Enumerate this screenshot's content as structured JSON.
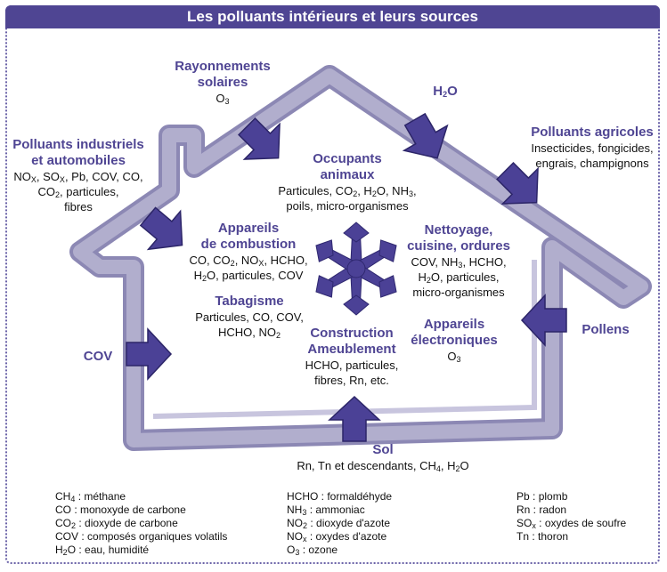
{
  "title": "Les polluants intérieurs et leurs sources",
  "colors": {
    "accent": "#4f4593",
    "house_fill": "#b1aecd",
    "house_dark": "#8c88b4",
    "arrow": "#4b4196"
  },
  "sources": {
    "rayonnements": {
      "title": "Rayonnements solaires",
      "line1": "Rayonnements",
      "line2": "solaires",
      "o": "O",
      "o_sub": "3"
    },
    "h2o": {
      "h": "H",
      "sub": "2",
      "o": "O"
    },
    "agricoles": {
      "title": "Polluants agricoles",
      "line1": "Insecticides, fongicides,",
      "line2": "engrais, champignons"
    },
    "industriels": {
      "title1": "Polluants industriels",
      "title2": "et automobiles",
      "t1a": "NO",
      "t1b": "X",
      "t1c": ", SO",
      "t1d": "X",
      "t1e": ", Pb, COV, CO,",
      "t2a": "CO",
      "t2b": "2",
      "t2c": ", particules,",
      "t3": "fibres"
    },
    "occupants": {
      "title1": "Occupants",
      "title2": "animaux",
      "t1a": "Particules, CO",
      "t1b": "2",
      "t1c": ", H",
      "t1d": "2",
      "t1e": "O, NH",
      "t1f": "3",
      "t1g": ",",
      "t2": "poils, micro-organismes"
    },
    "combustion": {
      "title1": "Appareils",
      "title2": "de combustion",
      "t1a": "CO, CO",
      "t1b": "2",
      "t1c": ", NO",
      "t1d": "X",
      "t1e": ", HCHO,",
      "t2a": "H",
      "t2b": "2",
      "t2c": "O, particules, COV"
    },
    "nettoyage": {
      "title1": "Nettoyage,",
      "title2": "cuisine, ordures",
      "t1a": "COV, NH",
      "t1b": "3",
      "t1c": ", HCHO,",
      "t2a": "H",
      "t2b": "2",
      "t2c": "O, particules,",
      "t3": "micro-organismes"
    },
    "tabagisme": {
      "title": "Tabagisme",
      "t1": "Particules, CO, COV,",
      "t2a": "HCHO, NO",
      "t2b": "2"
    },
    "electroniques": {
      "title1": "Appareils",
      "title2": "électroniques",
      "o": "O",
      "o_sub": "3"
    },
    "construction": {
      "title1": "Construction",
      "title2": "Ameublement",
      "t1": "HCHO, particules,",
      "t2": "fibres, Rn, etc."
    },
    "cov": {
      "title": "COV"
    },
    "pollens": {
      "title": "Pollens"
    },
    "sol": {
      "title": "Sol",
      "ta": "Rn, Tn et descendants, CH",
      "tb": "4",
      "tc": ", H",
      "td": "2",
      "te": "O"
    }
  },
  "legend": {
    "col1": [
      {
        "f": "CH",
        "s": "4",
        "d": " : méthane"
      },
      {
        "f": "CO",
        "s": "",
        "d": " : monoxyde de carbone"
      },
      {
        "f": "CO",
        "s": "2",
        "d": " : dioxyde de carbone"
      },
      {
        "f": "COV",
        "s": "",
        "d": " : composés organiques volatils"
      },
      {
        "f": "H",
        "s": "2",
        "d": "O : eau, humidité"
      }
    ],
    "col2": [
      {
        "f": "HCHO",
        "s": "",
        "d": " : formaldéhyde"
      },
      {
        "f": "NH",
        "s": "3",
        "d": " : ammoniac"
      },
      {
        "f": "NO",
        "s": "2",
        "d": " : dioxyde d'azote"
      },
      {
        "f": "NO",
        "s": "x",
        "d": " : oxydes d'azote"
      },
      {
        "f": "O",
        "s": "3",
        "d": " : ozone"
      }
    ],
    "col3": [
      {
        "f": "Pb",
        "s": "",
        "d": " : plomb"
      },
      {
        "f": "Rn",
        "s": "",
        "d": " : radon"
      },
      {
        "f": "SO",
        "s": "x",
        "d": " : oxydes de soufre"
      },
      {
        "f": "Tn",
        "s": "",
        "d": " : thoron"
      }
    ]
  }
}
